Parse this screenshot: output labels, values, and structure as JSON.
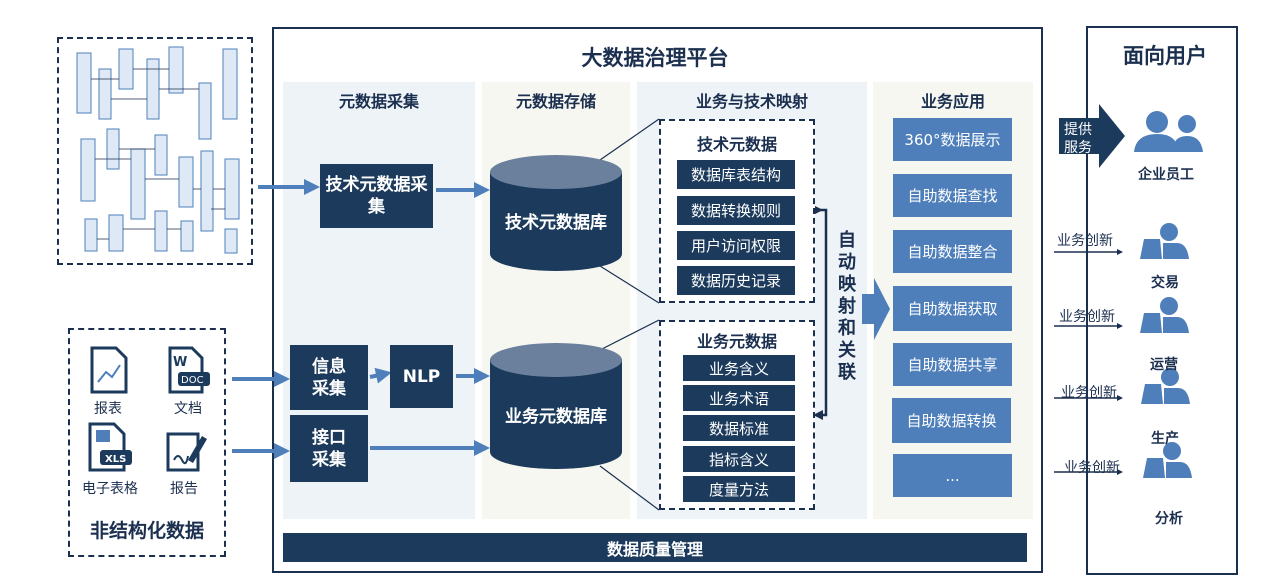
{
  "platform": {
    "title": "大数据治理平台",
    "quality_bar": "数据质量管理"
  },
  "columns": {
    "collect": {
      "title": "元数据采集",
      "tech_collect": "技术元数据采集",
      "info_collect": "信息采集",
      "nlp": "NLP",
      "api_collect": "接口采集"
    },
    "storage": {
      "title": "元数据存储",
      "tech_db": "技术元数据库",
      "biz_db": "业务元数据库"
    },
    "mapping": {
      "title": "业务与技术映射",
      "tech": {
        "title": "技术元数据",
        "items": [
          "数据库表结构",
          "数据转换规则",
          "用户访问权限",
          "数据历史记录"
        ]
      },
      "biz": {
        "title": "业务元数据",
        "items": [
          "业务含义",
          "业务术语",
          "数据标准",
          "指标含义",
          "度量方法"
        ]
      },
      "auto_label": "自动映射和关联"
    },
    "apps": {
      "title": "业务应用",
      "items": [
        "360°数据展示",
        "自助数据查找",
        "自助数据整合",
        "自助数据获取",
        "自助数据共享",
        "自助数据转换",
        "..."
      ]
    }
  },
  "unstructured": {
    "title": "非结构化数据",
    "items": [
      {
        "label": "报表",
        "icon": "report-icon"
      },
      {
        "label": "文档",
        "icon": "doc-icon",
        "badge": "DOC"
      },
      {
        "label": "电子表格",
        "icon": "spreadsheet-icon",
        "badge": "XLS"
      },
      {
        "label": "报告",
        "icon": "report-sign-icon"
      }
    ]
  },
  "users": {
    "title": "面向用户",
    "service_label": "提供服务",
    "employees": "企业员工",
    "innovation_label": "业务创新",
    "roles": [
      "交易",
      "运营",
      "生产",
      "分析"
    ]
  },
  "colors": {
    "navy": "#1b3a5c",
    "blue": "#4e7fbb",
    "panel_blue": "#eef3f8",
    "panel_cream": "#f7f7f1"
  }
}
